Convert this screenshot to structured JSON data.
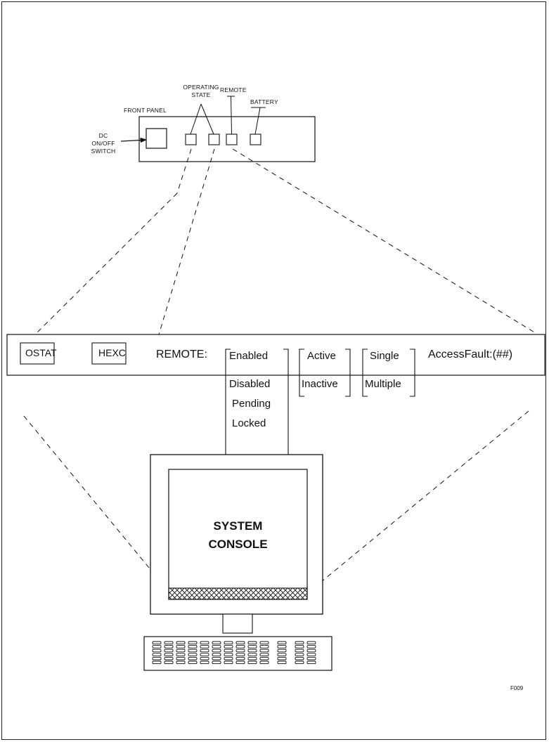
{
  "front_panel": {
    "title": "FRONT PANEL",
    "switch_label_lines": [
      "DC",
      "ON/OFF",
      "SWITCH"
    ],
    "operating_state_lines": [
      "OPERATING",
      "STATE"
    ],
    "remote": "REMOTE",
    "battery": "BATTERY"
  },
  "status_line": {
    "ostat": "OSTAT",
    "hexc": "HEXC",
    "remote_label": "REMOTE:",
    "remote_states": [
      "Enabled",
      "Disabled",
      "Pending",
      "Locked"
    ],
    "activity_states": [
      "Active",
      "Inactive"
    ],
    "mode_states": [
      "Single",
      "Multiple"
    ],
    "access_fault": "AccessFault:(##)"
  },
  "console": {
    "title_lines": [
      "SYSTEM",
      "CONSOLE"
    ]
  },
  "figure_id": "F009"
}
